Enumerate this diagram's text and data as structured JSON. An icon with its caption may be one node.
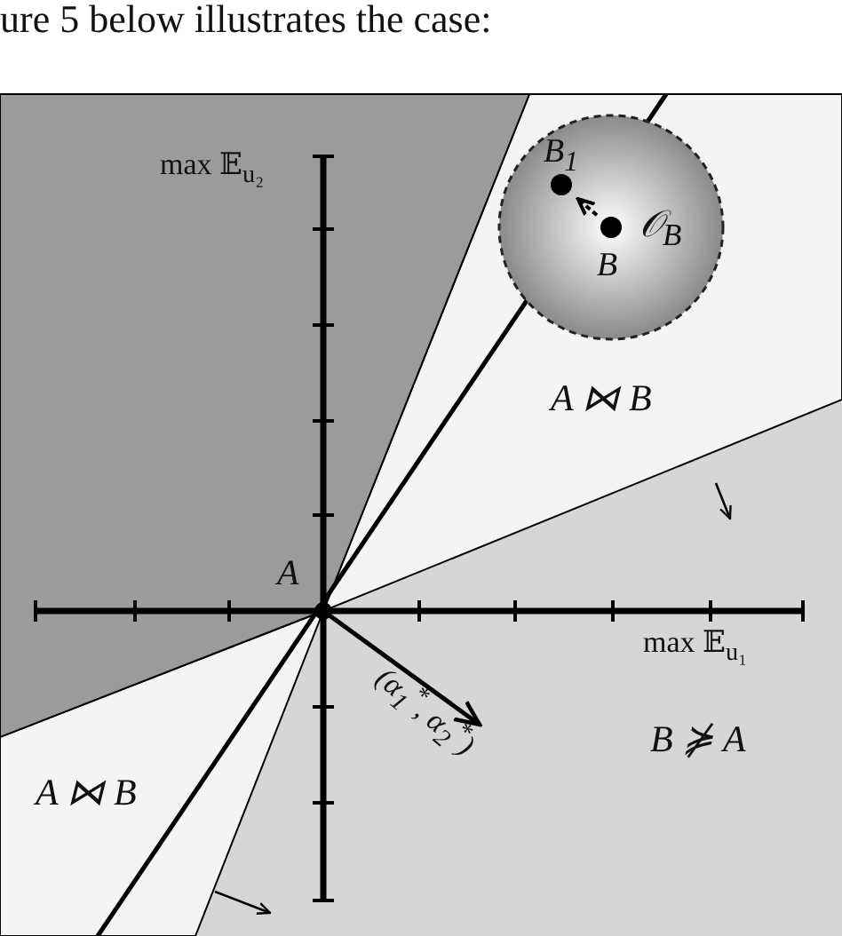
{
  "diagram": {
    "nodes": [
      {
        "text": [
          "𝒪$_{B}$"
        ]
      },
      {
        "text": [
          "B$_{1}$"
        ],
        "in": 0
      },
      {
        "text": [
          "B"
        ],
        "in": 0
      }
    ],
    "edges": [
      {
        "from": 2,
        "to": 1,
        "arrow": "to",
        "style": "dashed"
      }
    ],
    "labels": [
      "ure 5 below illustrates the case:",
      "max 𝔼$_{u₂}$",
      "A ⋈ B",
      "A",
      "max 𝔼$_{u₁}$",
      "(α$_{1}$$^{*}$, α$_{2}$$^{*}$)",
      "B ⋡ A",
      "A ⋈ B"
    ]
  }
}
